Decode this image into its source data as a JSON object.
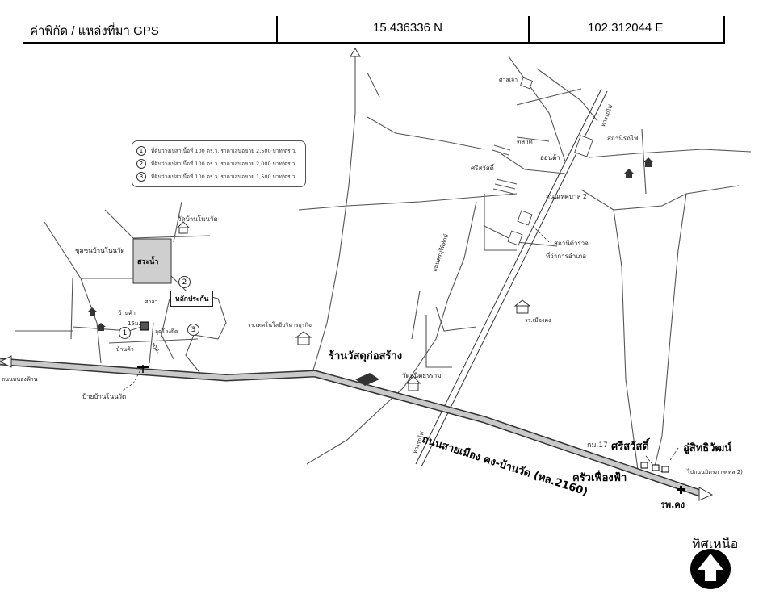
{
  "header": {
    "label": "ค่าพิกัด / แหล่งที่มา GPS",
    "latitude": "15.436336 N",
    "longitude": "102.312044 E"
  },
  "legend": [
    {
      "num": "1",
      "text": "ที่ดินว่างเปล่าเนื้อที่ 100 ตร.ว. ราคาเสนอขาย 2,500 บาท/ตร.ว."
    },
    {
      "num": "2",
      "text": "ที่ดินว่างเปล่าเนื้อที่ 100 ตร.ว. ราคาเสนอขาย 2,000 บาท/ตร.ว."
    },
    {
      "num": "3",
      "text": "ที่ดินว่างเปล่าเนื้อที่ 100 ตร.ว. ราคาเสนอขาย 1,500 บาท/ตร.ว."
    }
  ],
  "markers": {
    "m1": "1",
    "m2": "2",
    "m3": "3"
  },
  "labels": {
    "wat_ban_nonwat": "วัดบ้านโนนวัด",
    "community": "ชุมชนบ้านโนนวัด",
    "pond": "สระน้ำ",
    "lak_prakan": "หลักประกัน",
    "sala": "ศาลา",
    "ban_kha": "บ้านค้า",
    "dist_15": "15ม.",
    "bus_stop": "จุดโยงยึด",
    "ban_kha2": "บ้านค้า",
    "dist_70": "70ม.",
    "nonwat_sign": "ป้ายบ้านโนนวัด",
    "to_nong_pai": "ถนนหนองฟ้าน",
    "school_tech": "รร.เทคโนโลยีบริหารธุรกิจ",
    "shop_main": "ร้านวัสดุก่อสร้าง",
    "wat_sanit": "วัดสนิตธรราม",
    "rail_lower": "ทางรถไฟ",
    "road_main": "ถนนสายเมือง คง-บ้านวัด (ทล.2160)",
    "km17": "กม.17",
    "srisawat": "ศรีสวัสดิ์",
    "usit": "อู่สิทธิวัฒน์",
    "krua": "ครัวเฟื่องฟ้า",
    "hospital": "รพ.คง",
    "to_mittraphap": "ไปถนนมิตรภาพ(ทล.2)",
    "temple_top": "ศาลเจ้า",
    "rail_upper": "ทางรถไฟ",
    "market": "ตลาด",
    "station": "สถานีรถไฟ",
    "srisawat_top": "ศรีสวัสดิ์",
    "ontan": "ออนต้า",
    "road_tessaban2": "ถนนเทศบาล 2",
    "road_kongkhonkaen": "ถนนครบุรีพิทักษ์",
    "police": "สถานีตำรวจ",
    "district_office": "ที่ว่าการอำเภอ",
    "school_muang": "รร.เมืองคง",
    "north": "ทิศเหนือ"
  },
  "colors": {
    "road_fill": "#c9c9c9",
    "road_edge": "#333333",
    "pond": "#cfcfcf",
    "line": "#444444"
  },
  "icons": [
    "school-icon",
    "temple-icon",
    "house-icon",
    "shop-icon",
    "hospital-cross-icon",
    "north-arrow-icon",
    "flag-icon"
  ]
}
